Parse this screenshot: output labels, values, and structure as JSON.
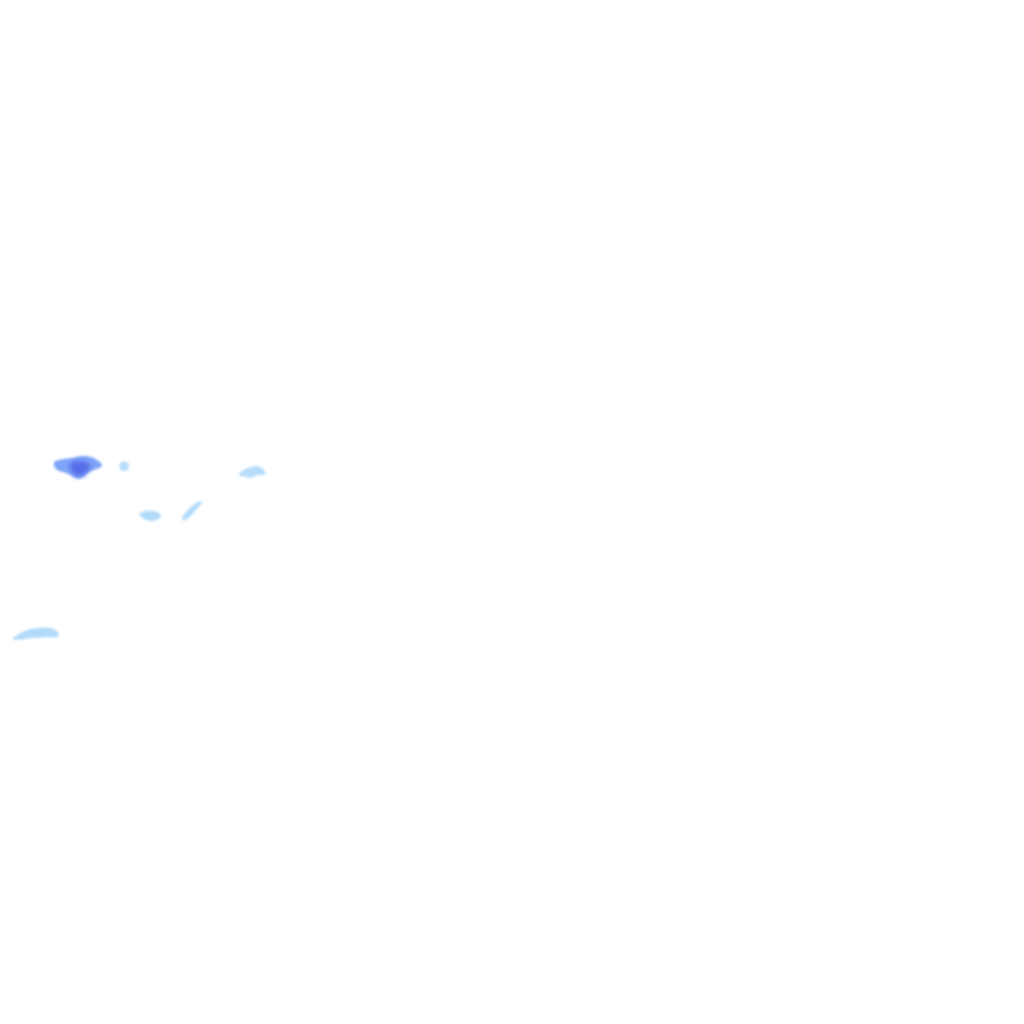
{
  "map": {
    "background": "#ffffff",
    "layer": "precipitation-radar-overlay",
    "colors": {
      "light": "#a9d6fa",
      "light_edge": "#c8e6fb",
      "medium": "#6f9bf7",
      "heavy": "#5163e6"
    },
    "echoes": [
      {
        "name": "echo-cluster-a",
        "intensity": "heavy"
      },
      {
        "name": "echo-speck-b",
        "intensity": "light"
      },
      {
        "name": "echo-streak-c",
        "intensity": "light"
      },
      {
        "name": "echo-patch-d",
        "intensity": "light"
      },
      {
        "name": "echo-streak-e",
        "intensity": "light"
      },
      {
        "name": "echo-band-f",
        "intensity": "light"
      }
    ]
  }
}
